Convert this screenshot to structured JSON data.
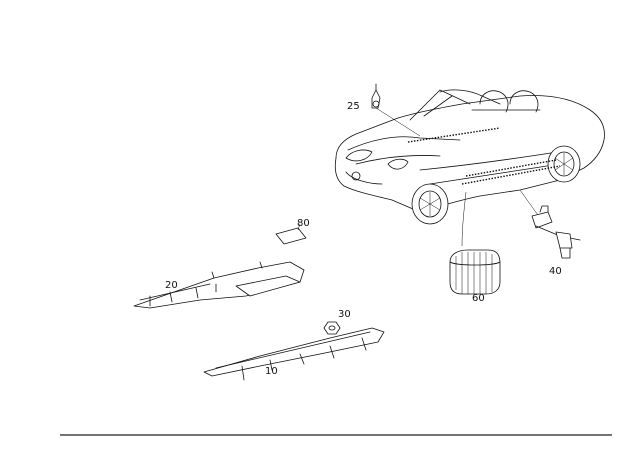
{
  "callouts": {
    "c10": "10",
    "c20": "20",
    "c25": "25",
    "c30": "30",
    "c40": "40",
    "c60": "60",
    "c80": "80"
  }
}
